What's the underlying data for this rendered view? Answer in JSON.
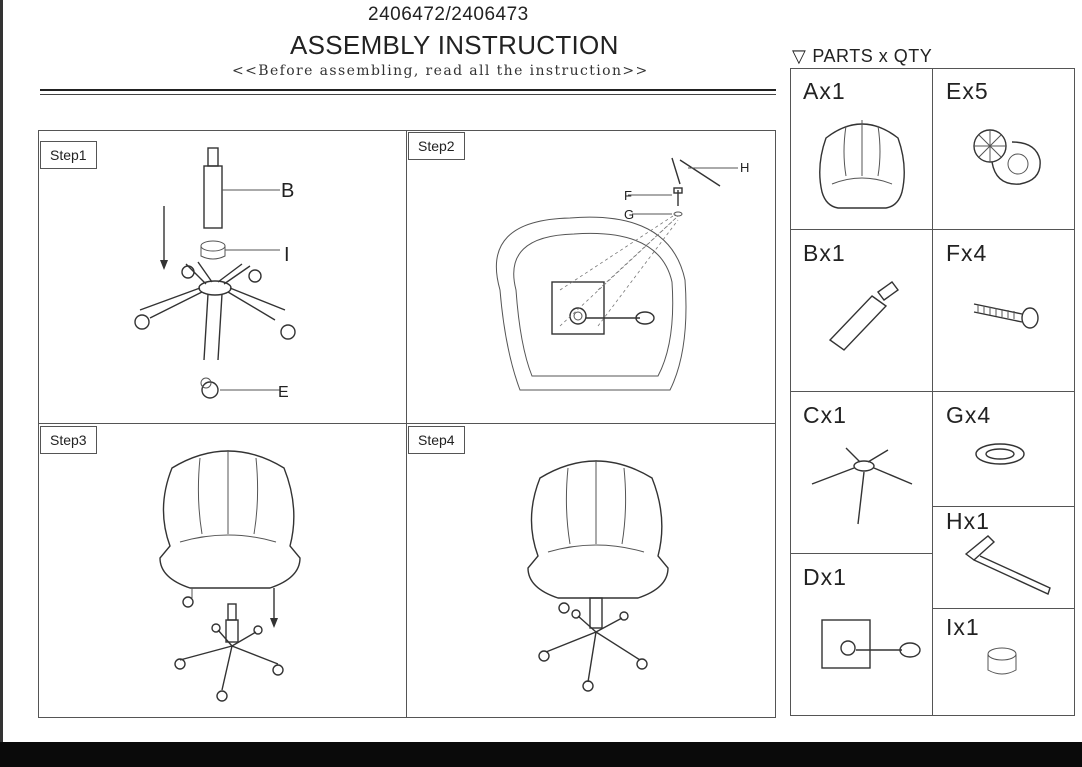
{
  "header": {
    "model_number": "2406472/2406473",
    "title": "ASSEMBLY INSTRUCTION",
    "subtitle": "<<Before assembling, read all the instruction>>"
  },
  "steps": [
    {
      "label": "Step1",
      "callouts": [
        "B",
        "I",
        "E"
      ]
    },
    {
      "label": "Step2",
      "callouts": [
        "H",
        "F",
        "G"
      ]
    },
    {
      "label": "Step3",
      "callouts": []
    },
    {
      "label": "Step4",
      "callouts": []
    }
  ],
  "parts": {
    "heading": "PARTS x QTY",
    "items": [
      {
        "label": "Ax1",
        "icon": "seat-icon"
      },
      {
        "label": "Ex5",
        "icon": "caster-wheel-icon"
      },
      {
        "label": "Bx1",
        "icon": "gas-lift-icon"
      },
      {
        "label": "Fx4",
        "icon": "bolt-icon"
      },
      {
        "label": "Cx1",
        "icon": "star-base-icon"
      },
      {
        "label": "Gx4",
        "icon": "washer-icon"
      },
      {
        "label": "Hx1",
        "icon": "allen-key-icon"
      },
      {
        "label": "Dx1",
        "icon": "mechanism-plate-icon"
      },
      {
        "label": "Ix1",
        "icon": "base-cover-ring-icon"
      }
    ]
  }
}
